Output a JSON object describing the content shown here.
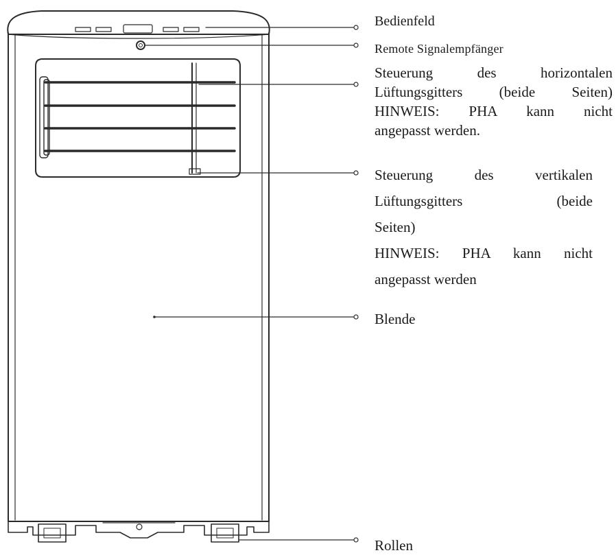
{
  "labels": {
    "bedienfeld": "Bedienfeld",
    "remote": "Remote Signalempfänger",
    "horizontal": {
      "line1": "Steuerung des horizontalen",
      "line2": "Lüftungsgitters (beide Seiten)",
      "line3": "HINWEIS: PHA kann nicht",
      "line4": "angepasst werden."
    },
    "vertical": {
      "line1": "Steuerung des vertikalen",
      "line2": "Lüftungsgitters (beide",
      "line3": "Seiten)",
      "line4": "HINWEIS: PHA kann nicht",
      "line5": "angepasst werden"
    },
    "blende": "Blende",
    "rollen": "Rollen"
  },
  "colors": {
    "stroke": "#2a2a2a",
    "text": "#1a1a1a",
    "background": "#ffffff"
  }
}
